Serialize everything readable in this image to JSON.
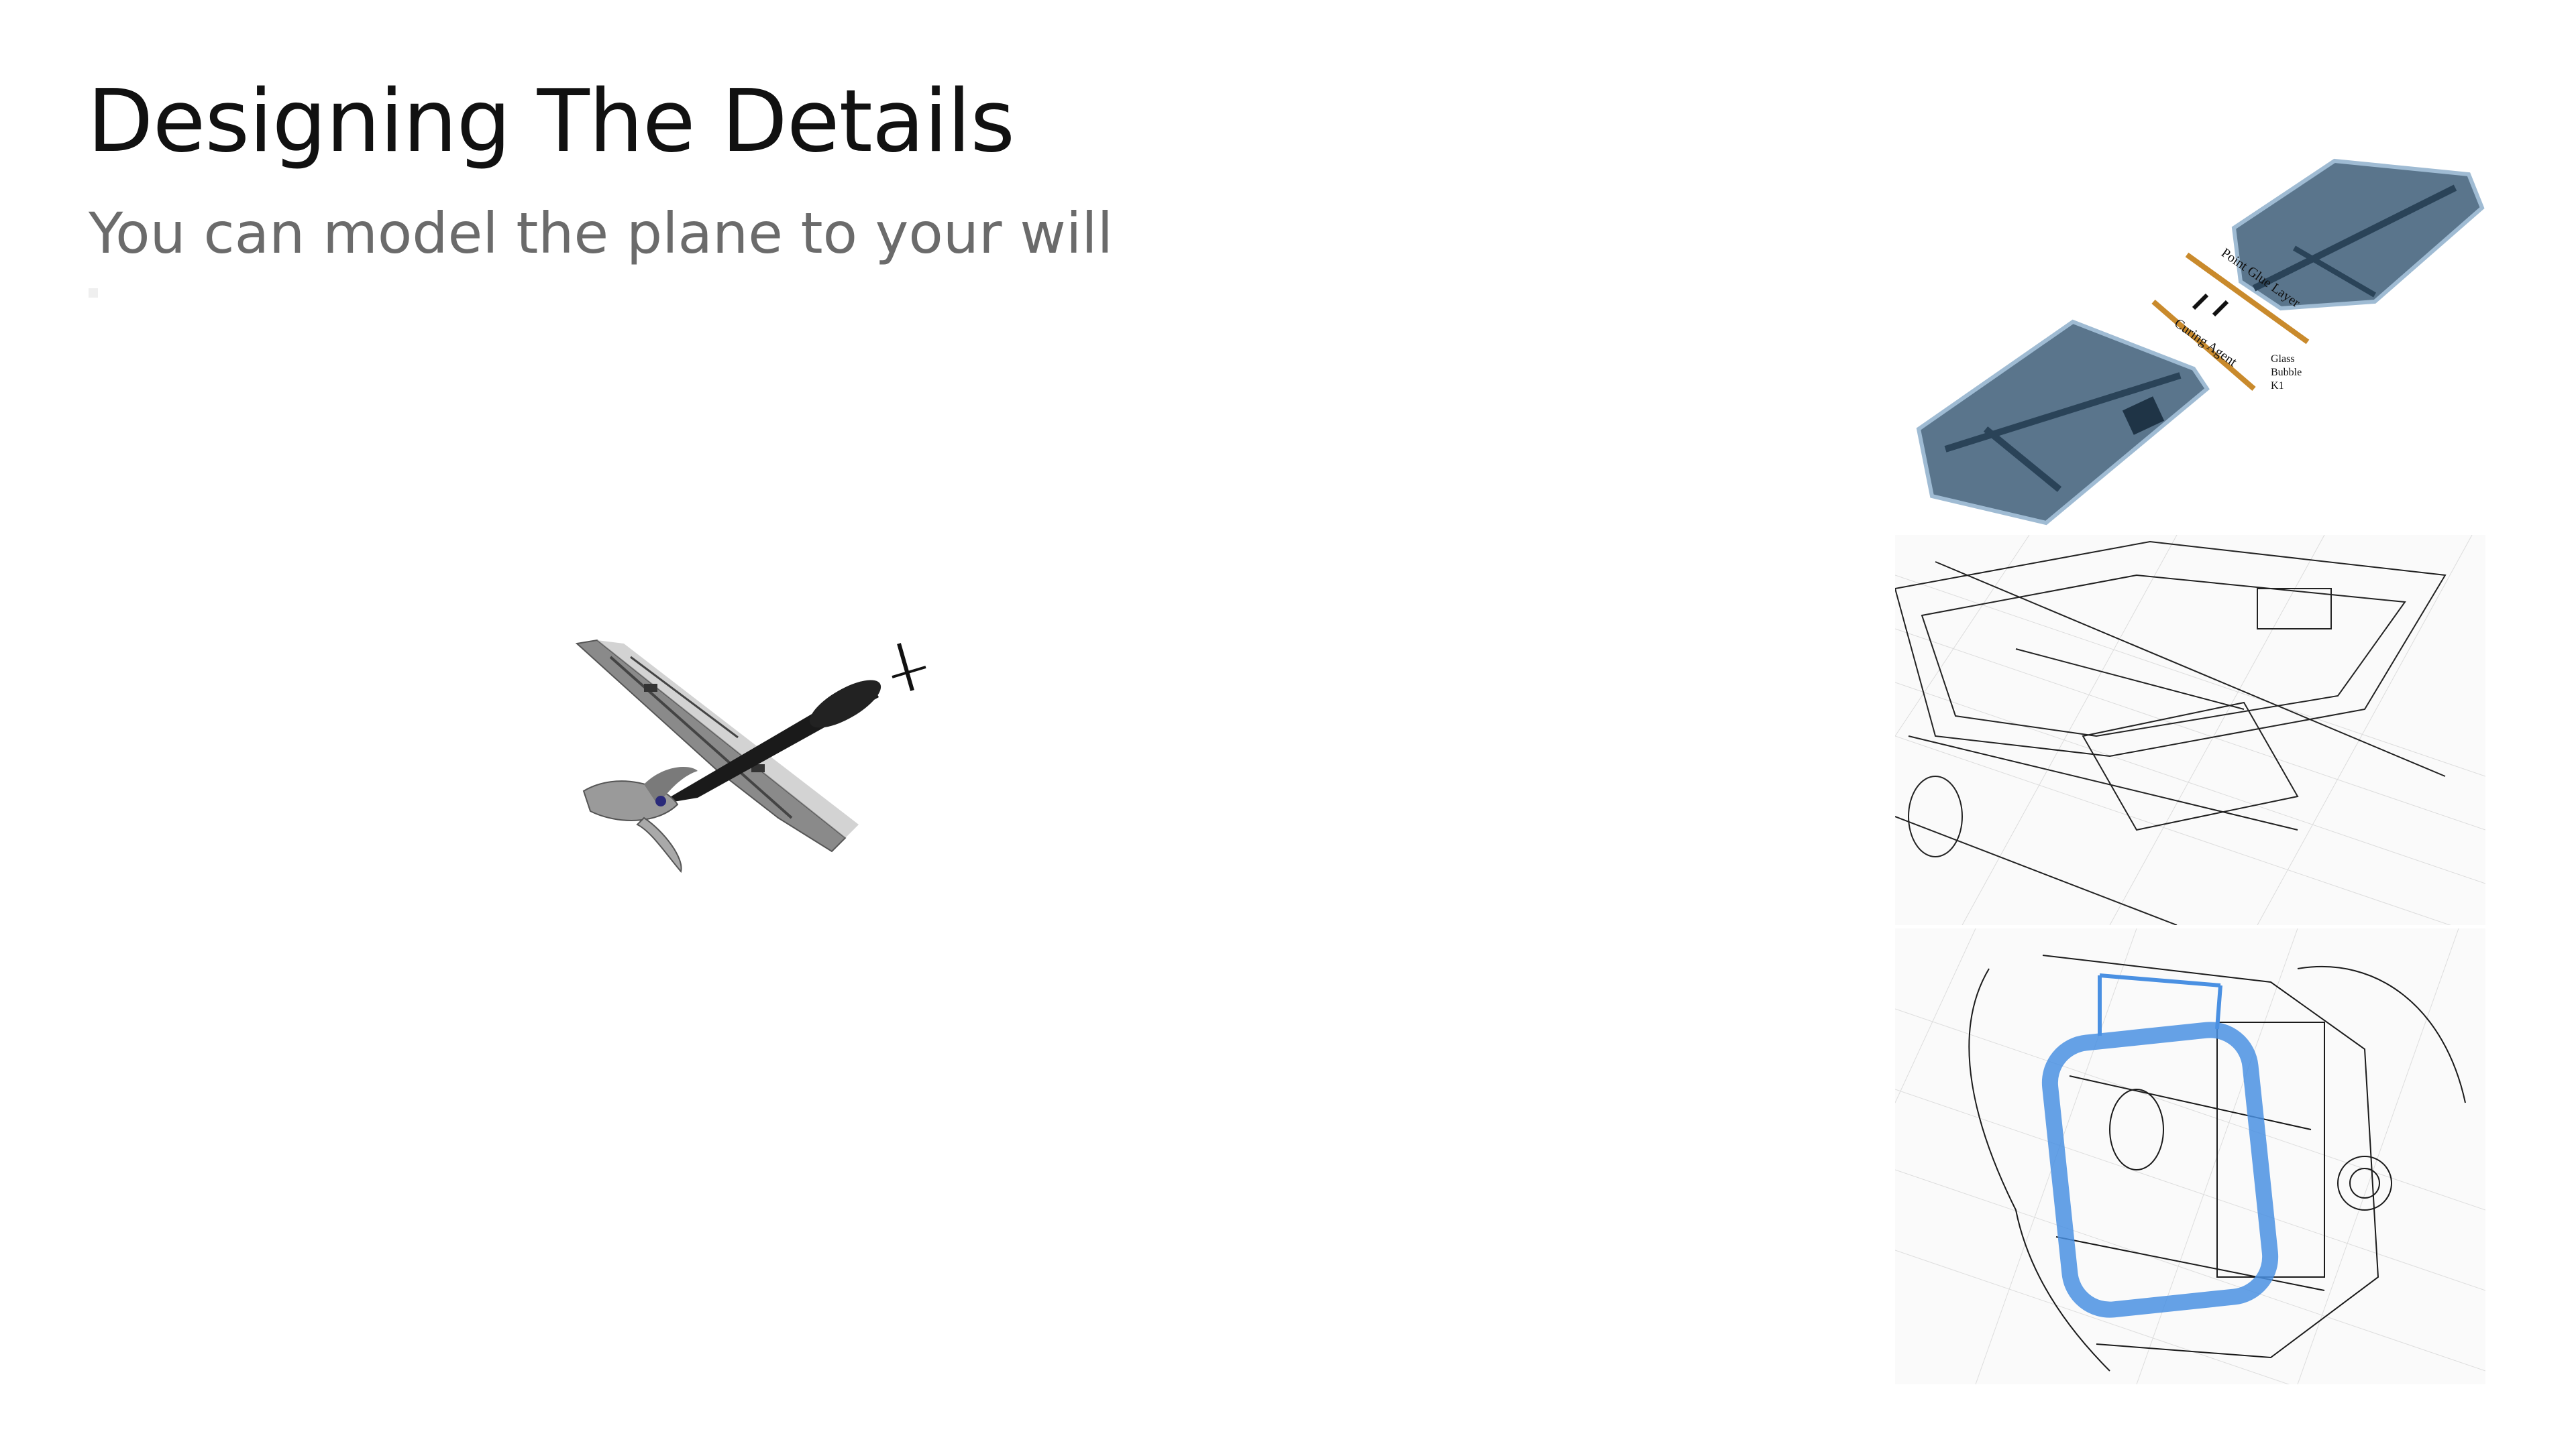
{
  "slide": {
    "title": "Designing The Details",
    "subtitle": "You can model the plane to your will"
  },
  "images": {
    "plane_render": "plane-render-image",
    "wing_panels": "exploded-wing-panels-image",
    "wireframe_top": "wing-wireframe-image",
    "wireframe_bottom": "fuselage-wireframe-image"
  },
  "wing_labels": {
    "point_glue": "Point Glue Layer",
    "curing_agent": "Curing Agent",
    "glass_bubble": "Glass",
    "bubble": "Bubble",
    "k1": "K1"
  },
  "colors": {
    "title": "#111111",
    "subtitle": "#6b6b6b",
    "panel_blue": "#3e5e79",
    "spar_orange": "#c98a2c",
    "highlight_blue": "#4a90e2"
  }
}
